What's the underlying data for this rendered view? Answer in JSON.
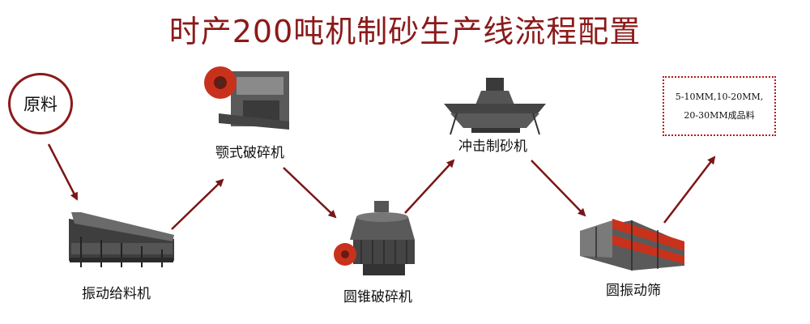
{
  "colors": {
    "title": "#8b1a1a",
    "arrow": "#7a1616",
    "accent_red": "#c8321c",
    "steel": "#4a4a4a"
  },
  "title": "时产200吨机制砂生产线流程配置",
  "raw_material": {
    "label": "原料"
  },
  "steps": [
    {
      "label": "振动给料机",
      "icon": "vibrating-feeder-icon"
    },
    {
      "label": "颚式破碎机",
      "icon": "jaw-crusher-icon"
    },
    {
      "label": "圆锥破碎机",
      "icon": "cone-crusher-icon"
    },
    {
      "label": "冲击制砂机",
      "icon": "impact-sand-maker-icon"
    },
    {
      "label": "圆振动筛",
      "icon": "circular-vibrating-screen-icon"
    }
  ],
  "output": {
    "line1": "5-10MM,10-20MM,",
    "line2": "20-30MM成品料"
  }
}
